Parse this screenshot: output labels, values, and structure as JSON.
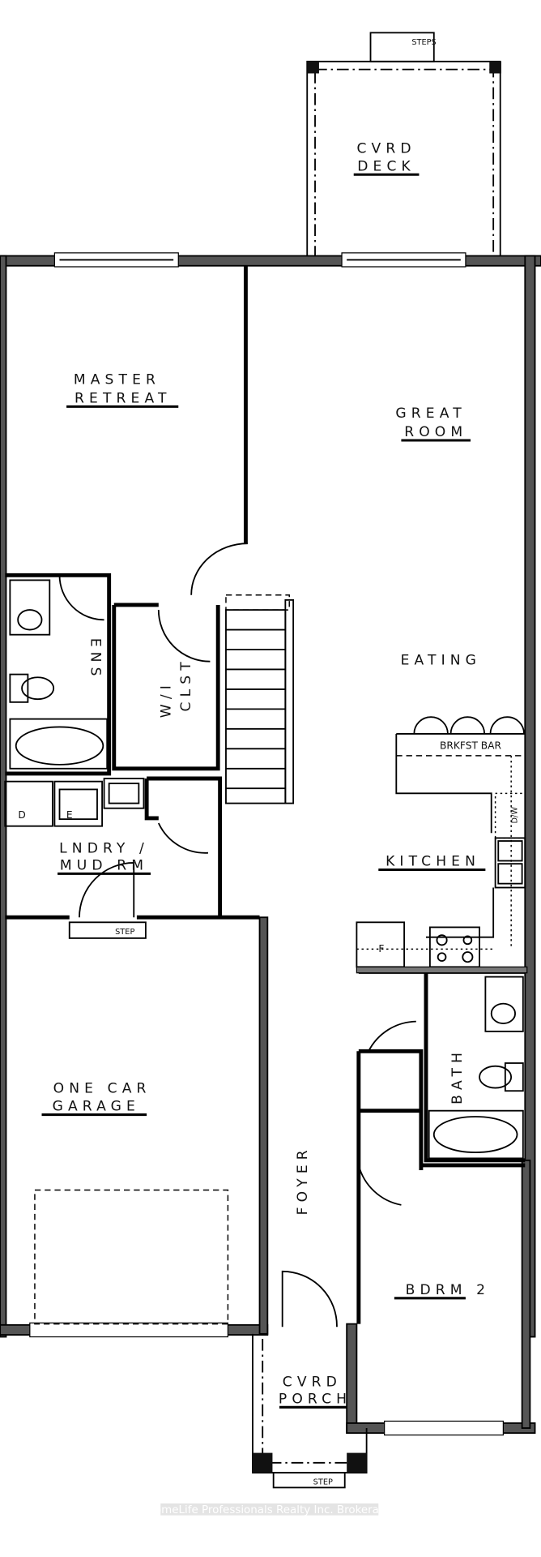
{
  "plan": {
    "deck": {
      "line1": "CVRD",
      "line2": "DECK",
      "steps": "STEPS"
    },
    "master": {
      "line1": "MASTER",
      "line2": "RETREAT"
    },
    "great_room": {
      "line1": "GREAT",
      "line2": "ROOM"
    },
    "eating": "EATING",
    "brkfst_bar": "BRKFST BAR",
    "dishwasher": "D/W",
    "kitchen": "KITCHEN",
    "fridge": "F",
    "ensuite": "ENS",
    "closet": {
      "line1": "W/I",
      "line2": "CLST"
    },
    "dryer": "D",
    "washer": "E",
    "laundry": {
      "line1": "LNDRY /",
      "line2": "MUD RM"
    },
    "laundry_step": "STEP",
    "garage": {
      "line1": "ONE CAR",
      "line2": "GARAGE"
    },
    "bath": "BATH",
    "foyer": "FOYER",
    "bedroom2": "BDRM 2",
    "porch": {
      "line1": "CVRD",
      "line2": "PORCH",
      "step": "STEP"
    }
  },
  "watermark": "HomeLife Professionals Realty Inc. Brokerage"
}
